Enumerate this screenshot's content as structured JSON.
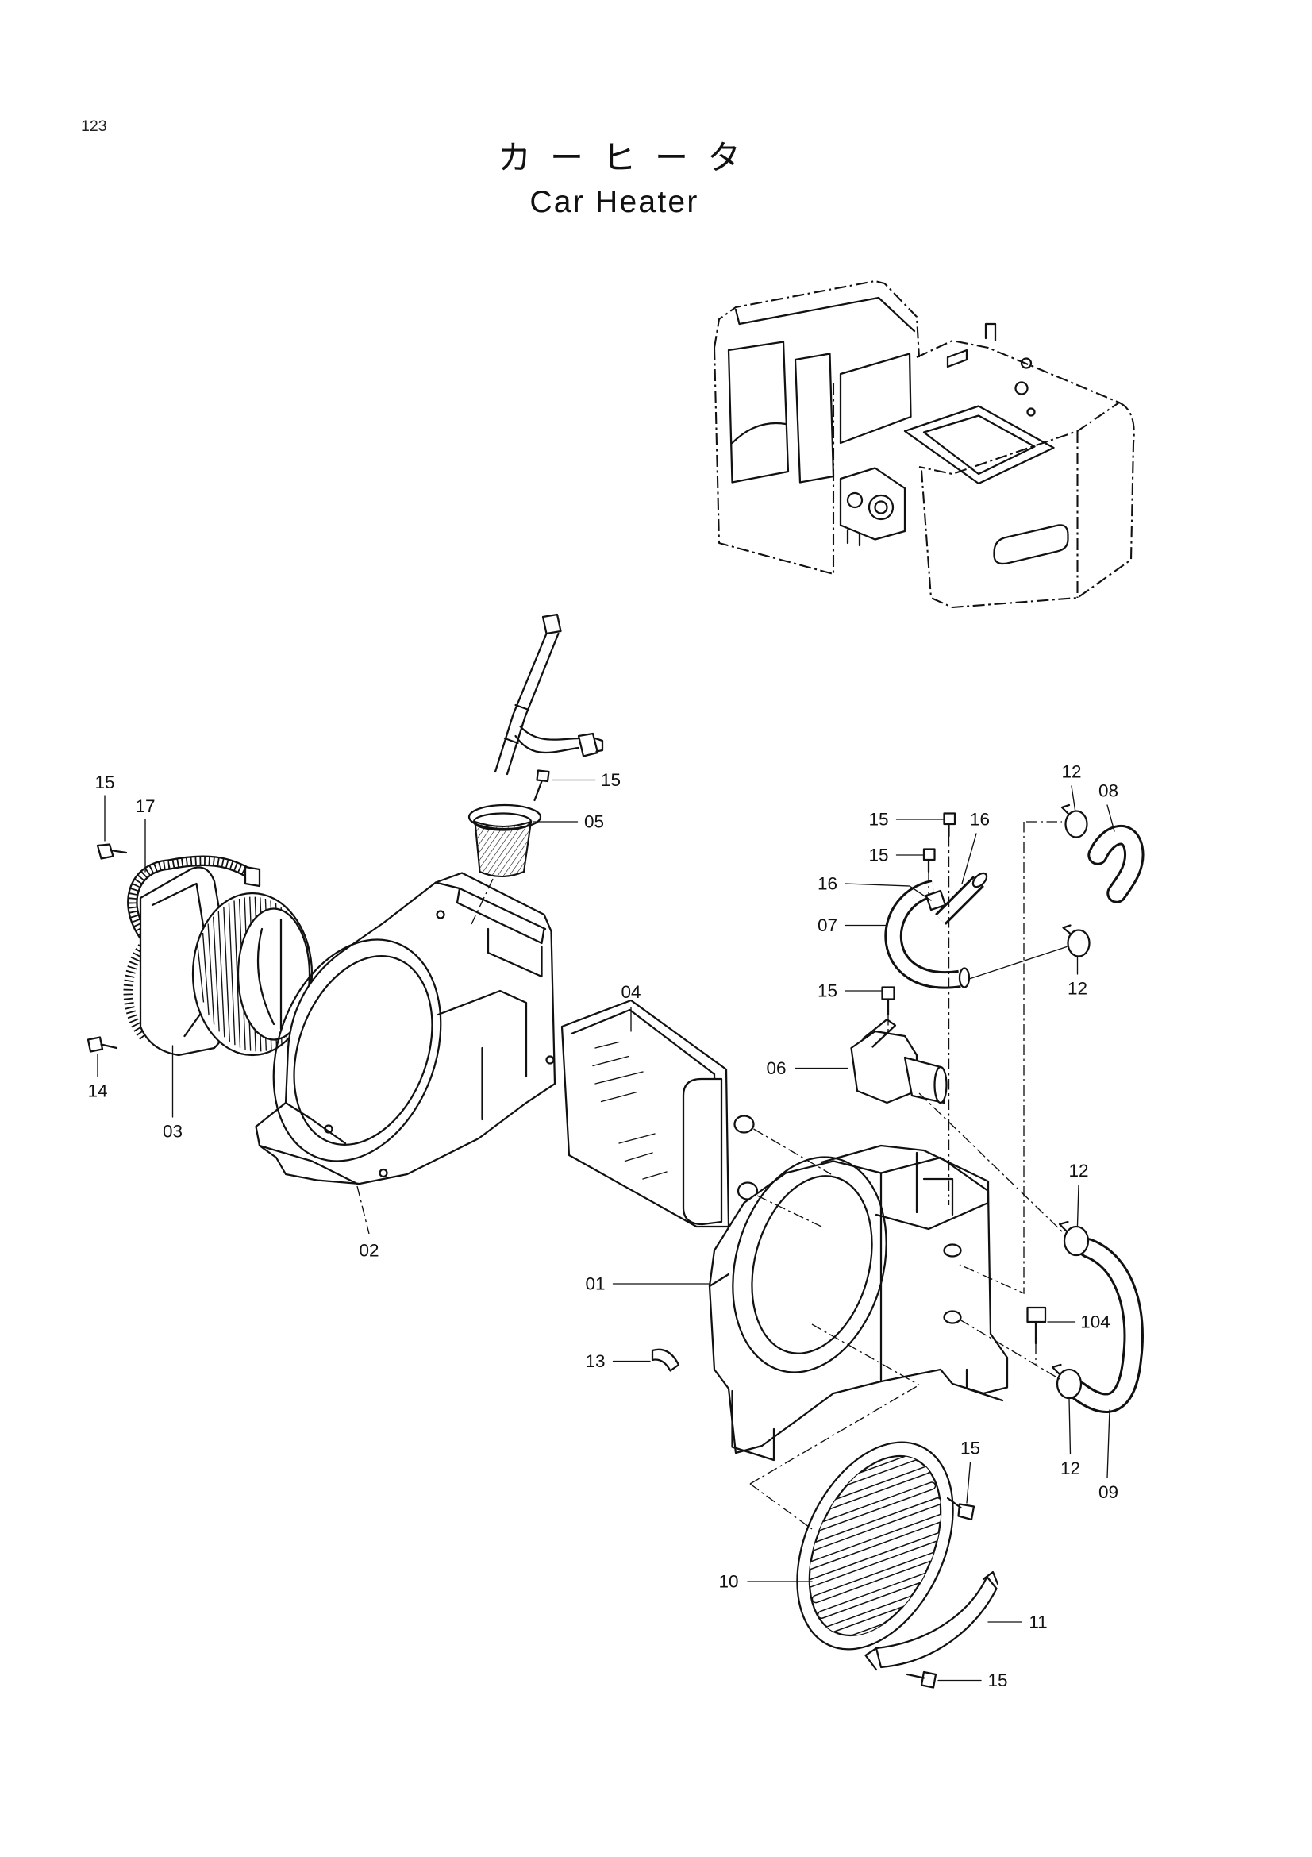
{
  "page_number": "123",
  "title_ja": "カーヒータ",
  "title_en": "Car Heater",
  "callouts": [
    "15",
    "17",
    "14",
    "03",
    "02",
    "15",
    "05",
    "04",
    "15",
    "16",
    "15",
    "16",
    "07",
    "12",
    "08",
    "12",
    "15",
    "06",
    "12",
    "01",
    "104",
    "13",
    "12",
    "09",
    "15",
    "10",
    "11",
    "15"
  ]
}
